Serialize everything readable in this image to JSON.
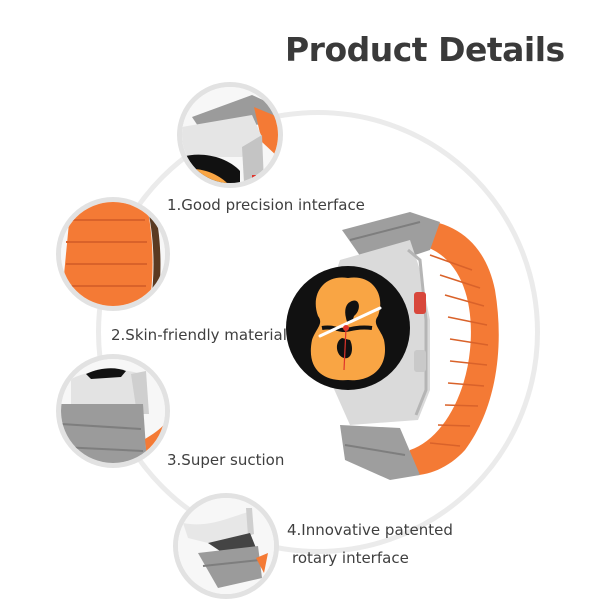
{
  "page": {
    "title": "Product Details"
  },
  "features": [
    {
      "label": "1.Good precision interface",
      "thumb": "watch-lug-closeup"
    },
    {
      "label": "2.Skin-friendly material",
      "thumb": "orange-silicone-closeup"
    },
    {
      "label": "3.Super suction",
      "thumb": "magnetic-band-closeup"
    },
    {
      "label_line1": "4.Innovative patented",
      "label_line2": "rotary interface",
      "thumb": "rotary-connector-closeup"
    }
  ],
  "product": {
    "name": "watch-with-magnetic-silicone-band",
    "colors": {
      "band_outer": "#9a9a9a",
      "band_inner": "#f47a35",
      "watch_face": "#f9a544",
      "case": "#d9d9d9",
      "bezel": "#111111",
      "accent": "#e0342b"
    }
  },
  "decor": {
    "ring_color": "#ebebeb",
    "thumb_ring_color": "#e2e2e2"
  }
}
